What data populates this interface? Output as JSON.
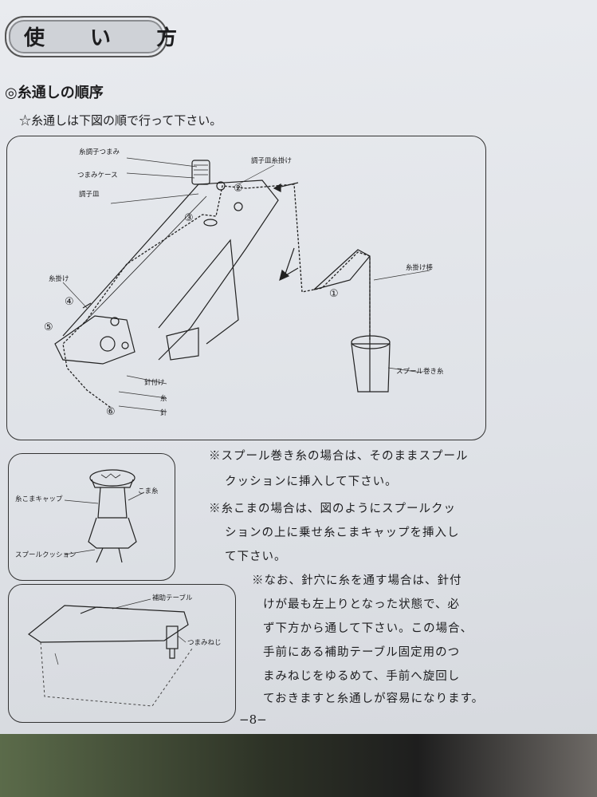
{
  "header": {
    "title": "使 い 方"
  },
  "section": {
    "heading": "◎糸通しの順序",
    "instruction": "☆糸通しは下図の順で行って下さい。"
  },
  "main_diagram": {
    "labels": {
      "tension_knob": "糸調子つまみ",
      "knob_case": "つまみケース",
      "tension_disc": "調子皿",
      "tension_hook": "調子皿糸掛け",
      "thread_guide": "糸掛け",
      "needle_clamp": "針付け",
      "thread": "糸",
      "needle": "針",
      "guide_rod": "糸掛け棒",
      "spool_thread": "スプール巻き糸"
    },
    "steps": [
      "①",
      "②",
      "③",
      "④",
      "⑤",
      "⑥"
    ]
  },
  "cap_diagram": {
    "labels": {
      "cap": "糸こまキャップ",
      "spool": "こま糸",
      "cushion": "スプールクッション"
    }
  },
  "table_diagram": {
    "labels": {
      "aux_table": "補助テーブル",
      "knob_screw": "つまみねじ"
    }
  },
  "notes": [
    "※スプール巻き糸の場合は、そのままスプール",
    "クッションに挿入して下さい。",
    "※糸こまの場合は、図のようにスプールクッ",
    "ションの上に乗せ糸こまキャップを挿入し",
    "て下さい。",
    "※なお、針穴に糸を通す場合は、針付",
    "けが最も左上りとなった状態で、必",
    "ず下方から通して下さい。この場合、",
    "手前にある補助テーブル固定用のつ",
    "まみねじをゆるめて、手前へ旋回し",
    "ておきますと糸通しが容易になります。"
  ],
  "footer": {
    "page_number": "−8−"
  }
}
